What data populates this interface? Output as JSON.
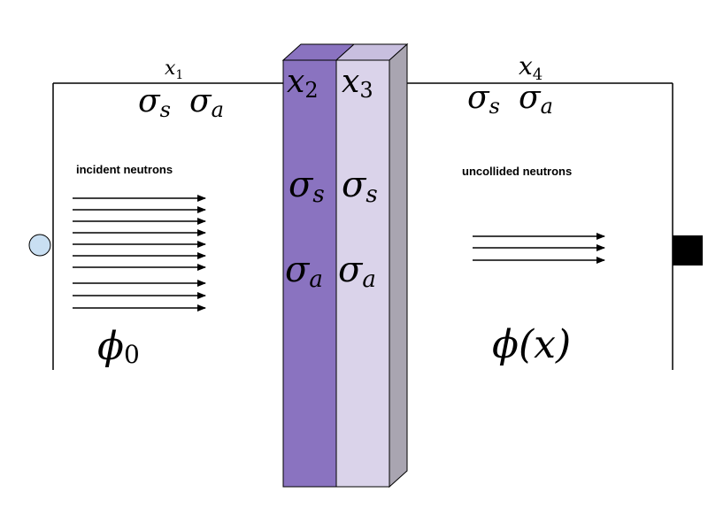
{
  "region1": {
    "position_label_var": "x",
    "position_label_sub": "1",
    "sigma_s_sub": "s",
    "sigma_a_sub": "a",
    "sigma_symbol": "σ",
    "caption": "incident neutrons",
    "flux_var": "ϕ",
    "flux_sub": "0"
  },
  "slab_left": {
    "position_label_var": "x",
    "position_label_sub": "2",
    "sigma_symbol": "σ",
    "sigma_s_sub": "s",
    "sigma_a_sub": "a",
    "color": "#8a73c0"
  },
  "slab_right": {
    "position_label_var": "x",
    "position_label_sub": "3",
    "sigma_symbol": "σ",
    "sigma_s_sub": "s",
    "sigma_a_sub": "a",
    "color": "#dad3ea"
  },
  "region4": {
    "position_label_var": "x",
    "position_label_sub": "4",
    "sigma_symbol": "σ",
    "sigma_s_sub": "s",
    "sigma_a_sub": "a",
    "caption": "uncollided neutrons",
    "flux_text": "ϕ(x)"
  },
  "colors": {
    "slab_side": "#a9a5b1",
    "slab_top_left": "#8a73c0",
    "slab_top_right": "#c8bfdf",
    "source": "#c9dff2",
    "detector": "#000000"
  }
}
